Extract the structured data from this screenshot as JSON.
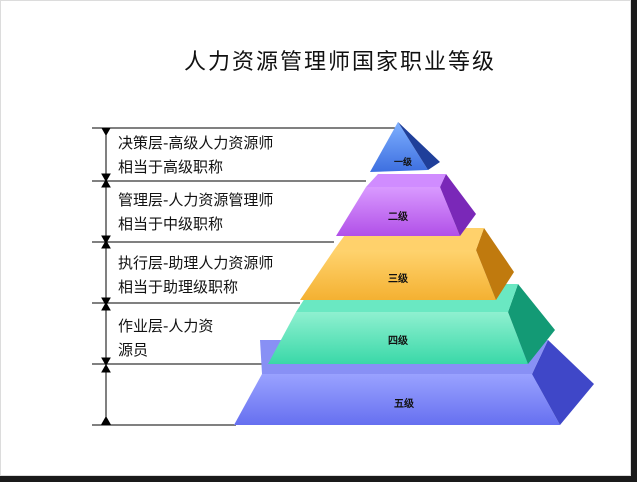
{
  "title": "人力资源管理师国家职业等级",
  "layers": [
    {
      "line1": "决策层-高级人力资源师",
      "line2": "相当于高级职称",
      "level": "一级"
    },
    {
      "line1": "管理层-人力资源管理师",
      "line2": "相当于中级职称",
      "level": "二级"
    },
    {
      "line1": "执行层-助理人力资源师",
      "line2": "相当于助理级职称",
      "level": "三级"
    },
    {
      "line1": "作业层-人力资",
      "line2": "源员",
      "level": "四级"
    },
    {
      "line1": "",
      "line2": "",
      "level": "五级"
    }
  ],
  "colors": {
    "tier1": "#3d6fe0",
    "tier2": "#b150e8",
    "tier3": "#f4b132",
    "tier4": "#3ad8a8",
    "tier5": "#6670f0"
  }
}
